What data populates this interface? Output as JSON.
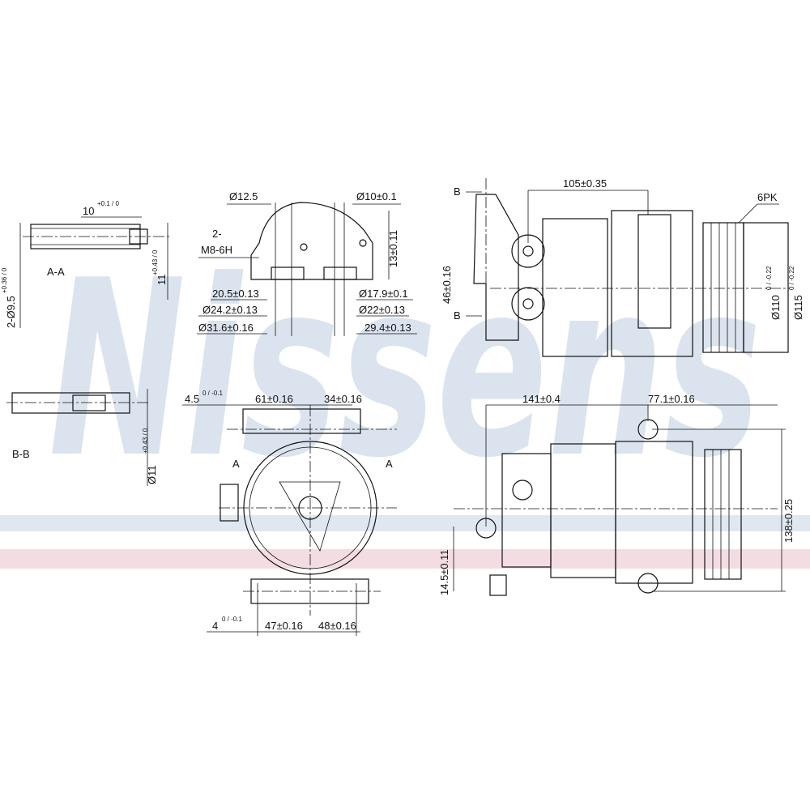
{
  "watermark": {
    "text": "Nissens",
    "color": "#c9d6e4",
    "band_blue": "#dfe7f0",
    "band_pink": "#f3dde2"
  },
  "section_aa": {
    "label": "A-A",
    "length": {
      "value": "10",
      "tol": "+0.1 / 0"
    },
    "bore": {
      "value": "2-Ø9.5",
      "tol": "+0.36 / 0"
    },
    "width": {
      "value": "11",
      "tol": "+0.43 / 0"
    }
  },
  "section_bb": {
    "label": "B-B",
    "width": {
      "value": "Ø11",
      "tol": "+0.43 / 0"
    }
  },
  "flange": {
    "d1": "Ø12.5",
    "d2": "Ø10±0.1",
    "thread_count": "2-",
    "thread": "M8-6H",
    "h": "13±0.11",
    "left": [
      "20.5±0.13",
      "Ø24.2±0.13",
      "Ø31.6±0.16"
    ],
    "right": [
      "Ø17.9±0.1",
      "Ø22±0.13",
      "29.4±0.13"
    ]
  },
  "top_view": {
    "section_mark": "B",
    "span": "105±0.35",
    "belt": "6PK",
    "port_spacing": "46±0.16",
    "d_inner": {
      "value": "Ø110",
      "tol": "0 / -0.22"
    },
    "d_outer": {
      "value": "Ø115",
      "tol": "0 / -0.22"
    }
  },
  "front_view": {
    "offset": {
      "value": "4.5",
      "tol": "0 / -0.1"
    },
    "w1": "61±0.16",
    "w2": "34±0.16",
    "section_mark": "A",
    "bottom_offset": {
      "value": "4",
      "tol": "0 / -0.1"
    },
    "b1": "47±0.16",
    "b2": "48±0.16"
  },
  "side_view": {
    "length": "141±0.4",
    "pulley_pos": "77.1±0.16",
    "mount_h": "14.5±0.11",
    "height": "138±0.25"
  }
}
